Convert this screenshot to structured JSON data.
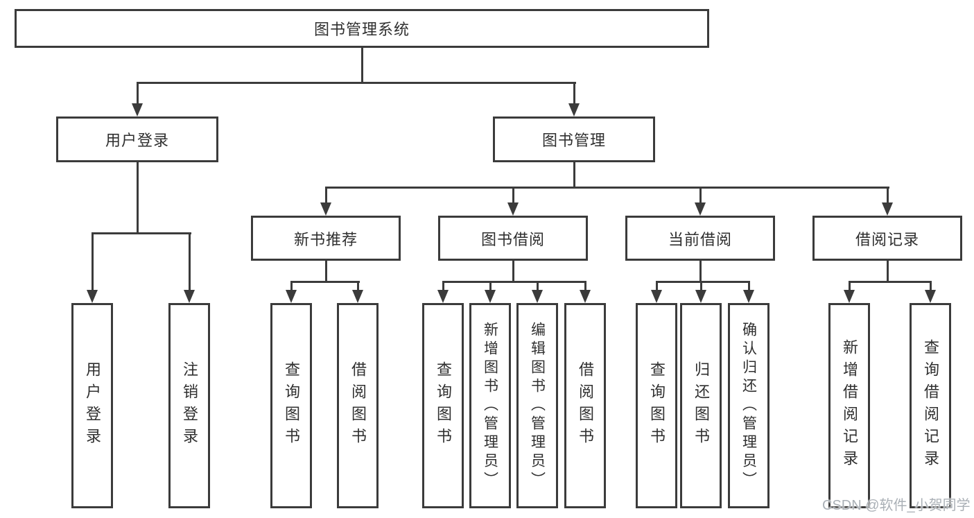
{
  "colors": {
    "line": "#3b3b3b",
    "text": "#2f2f2f",
    "background": "#ffffff",
    "watermark": "#aab0b6"
  },
  "watermark": {
    "text": "CSDN @软件_小贺同学"
  },
  "tree": {
    "label": "图书管理系统",
    "children": [
      {
        "label": "用户登录",
        "children": [
          {
            "label": "用户登录"
          },
          {
            "label": "注销登录"
          }
        ]
      },
      {
        "label": "图书管理",
        "children": [
          {
            "label": "新书推荐",
            "children": [
              {
                "label": "查询图书"
              },
              {
                "label": "借阅图书"
              }
            ]
          },
          {
            "label": "图书借阅",
            "children": [
              {
                "label": "查询图书"
              },
              {
                "label": "新增图书（管理员）"
              },
              {
                "label": "编辑图书（管理员）"
              },
              {
                "label": "借阅图书"
              }
            ]
          },
          {
            "label": "当前借阅",
            "children": [
              {
                "label": "查询图书"
              },
              {
                "label": "归还图书"
              },
              {
                "label": "确认归还（管理员）"
              }
            ]
          },
          {
            "label": "借阅记录",
            "children": [
              {
                "label": "新增借阅记录"
              },
              {
                "label": "查询借阅记录"
              }
            ]
          }
        ]
      }
    ]
  }
}
